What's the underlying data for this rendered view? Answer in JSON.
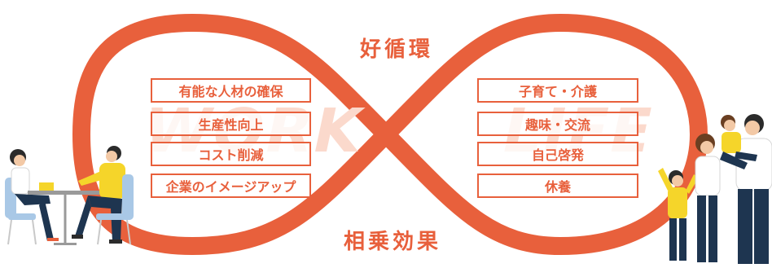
{
  "headings": {
    "top": "好循環",
    "bottom": "相乗効果"
  },
  "watermarks": {
    "left": "WORK",
    "right": "LIFE"
  },
  "work_items": [
    "有能な人材の確保",
    "生産性向上",
    "コスト削減",
    "企業のイメージアップ"
  ],
  "life_items": [
    "子育て・介護",
    "趣味・交流",
    "自己啓発",
    "休養"
  ],
  "colors": {
    "accent": "#e8603c",
    "watermark": "#fbd9cc",
    "figure_yellow": "#f5d52a",
    "figure_navy": "#1e3550",
    "chair_blue": "#a9c8e6"
  }
}
